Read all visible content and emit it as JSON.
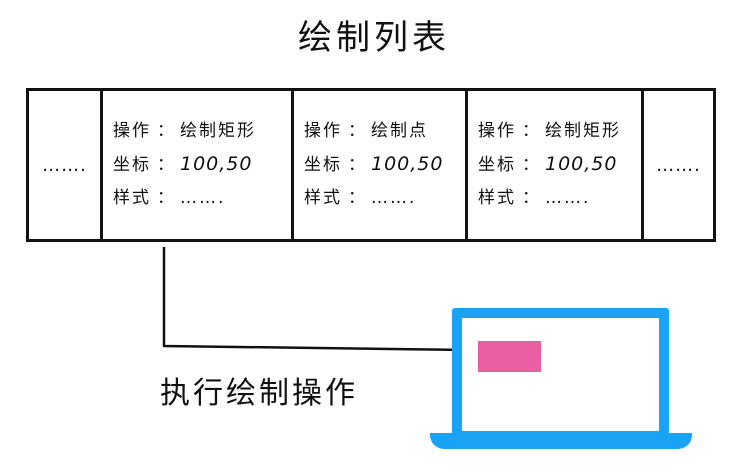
{
  "title": "绘制列表",
  "draw_list": {
    "leading_ellipsis": "…….",
    "trailing_ellipsis": "…….",
    "commands": [
      {
        "op_label": "操作",
        "op_value": "绘制矩形",
        "coord_label": "坐标",
        "coord_value": "100,50",
        "style_label": "样式",
        "style_value": "……."
      },
      {
        "op_label": "操作",
        "op_value": "绘制点",
        "coord_label": "坐标",
        "coord_value": "100,50",
        "style_label": "样式",
        "style_value": "……."
      },
      {
        "op_label": "操作",
        "op_value": "绘制矩形",
        "coord_label": "坐标",
        "coord_value": "100,50",
        "style_label": "样式",
        "style_value": "……."
      }
    ],
    "separator": "："
  },
  "execute_label": "执行绘制操作",
  "colors": {
    "screen": "#1aa3f5",
    "drawn_shape": "#ea5ea2",
    "ink": "#111111"
  },
  "icons": {
    "device": "laptop-icon",
    "drawn_result": "pink-rectangle"
  }
}
